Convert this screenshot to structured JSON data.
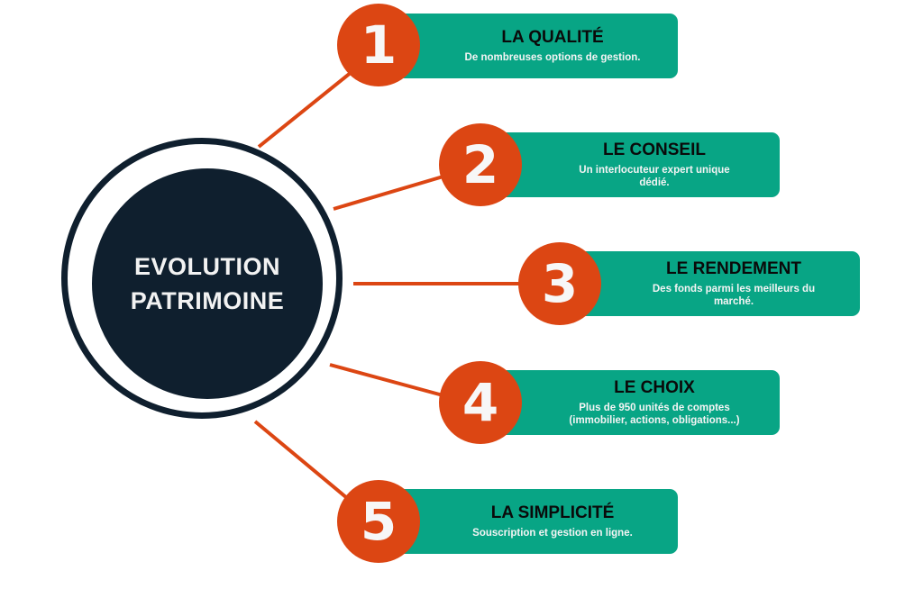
{
  "center": {
    "line1": "EVOLUTION",
    "line2": "PATRIMOINE"
  },
  "colors": {
    "accent_orange": "#dc4613",
    "card_green": "#08a585",
    "center_navy": "#0f1f2e",
    "title_black": "#0a0a0a",
    "text_white": "#f4f4f4"
  },
  "items": [
    {
      "number": "1",
      "title": "LA QUALITÉ",
      "description": "De nombreuses options de gestion."
    },
    {
      "number": "2",
      "title": "LE CONSEIL",
      "description": "Un interlocuteur expert unique dédié."
    },
    {
      "number": "3",
      "title": "LE RENDEMENT",
      "description": "Des fonds parmi les meilleurs du marché."
    },
    {
      "number": "4",
      "title": "LE CHOIX",
      "description": "Plus de 950 unités de comptes (immobilier, actions, obligations...)"
    },
    {
      "number": "5",
      "title": "LA SIMPLICITÉ",
      "description": "Souscription et gestion en ligne."
    }
  ]
}
